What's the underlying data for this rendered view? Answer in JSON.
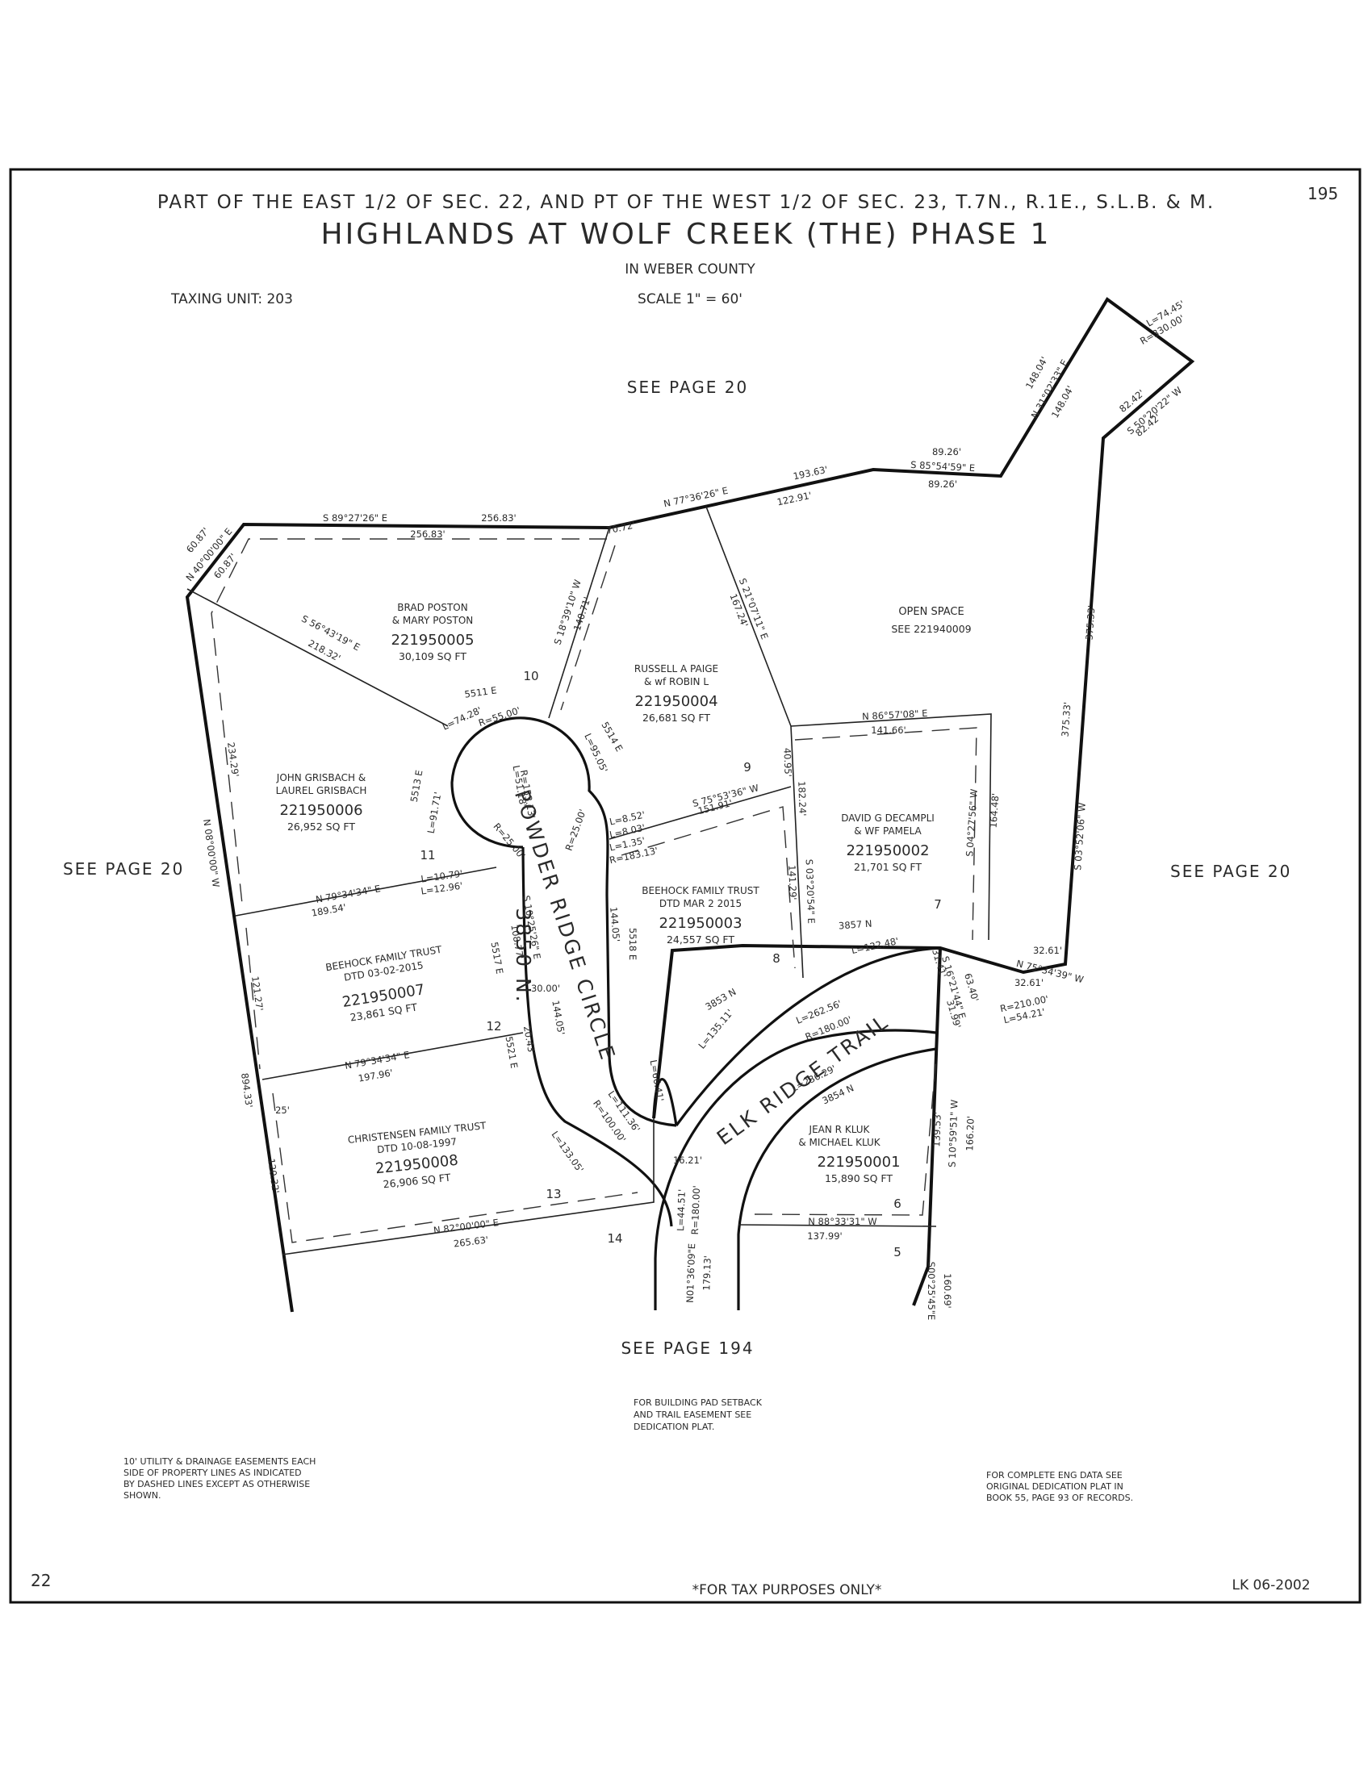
{
  "header": {
    "description": "PART OF THE EAST 1/2 OF SEC. 22, AND PT OF THE WEST 1/2  OF SEC. 23, T.7N., R.1E., S.L.B. & M.",
    "title": "HIGHLANDS AT WOLF CREEK (THE) PHASE 1",
    "county": "IN WEBER COUNTY",
    "scale": "SCALE 1\" = 60'",
    "taxing_unit": "TAXING UNIT: 203",
    "page_number": "195"
  },
  "references": {
    "top": "SEE PAGE 20",
    "left": "SEE PAGE 20",
    "right": "SEE PAGE 20",
    "bottom": "SEE PAGE 194"
  },
  "parcels": [
    {
      "owner_1": "BRAD POSTON",
      "owner_2": "& MARY POSTON",
      "parcel_id": "221950005",
      "area": "30,109 SQ FT",
      "lot": "10"
    },
    {
      "owner_1": "RUSSELL A PAIGE",
      "owner_2": "& wf ROBIN L",
      "parcel_id": "221950004",
      "area": "26,681 SQ FT",
      "lot": "9"
    },
    {
      "owner_1": "JOHN GRISBACH &",
      "owner_2": "LAUREL GRISBACH",
      "parcel_id": "221950006",
      "area": "26,952 SQ FT",
      "lot": "11"
    },
    {
      "owner_1": "DAVID G DECAMPLI",
      "owner_2": "& WF PAMELA",
      "parcel_id": "221950002",
      "area": "21,701 SQ FT",
      "lot": "7"
    },
    {
      "owner_1": "BEEHOCK FAMILY TRUST",
      "owner_2": "DTD MAR 2 2015",
      "parcel_id": "221950003",
      "area": "24,557 SQ FT",
      "lot": "8"
    },
    {
      "owner_1": "BEEHOCK FAMILY TRUST",
      "owner_2": "DTD 03-02-2015",
      "parcel_id": "221950007",
      "area": "23,861 SQ FT",
      "lot": "12"
    },
    {
      "owner_1": "CHRISTENSEN FAMILY TRUST",
      "owner_2": "DTD 10-08-1997",
      "parcel_id": "221950008",
      "area": "26,906 SQ FT",
      "lot": "13"
    },
    {
      "owner_1": "JEAN R KLUK",
      "owner_2": "& MICHAEL KLUK",
      "parcel_id": "221950001",
      "area": "15,890 SQ FT",
      "lot": "6"
    }
  ],
  "open_space": {
    "label": "OPEN SPACE",
    "ref": "SEE 221940009"
  },
  "extra_lots": [
    "14",
    "5"
  ],
  "streets": {
    "powder_ridge": "POWDER RIDGE CIRCLE",
    "powder_ridge_number": "3850 N.",
    "elk_ridge": "ELK RIDGE TRAIL"
  },
  "dimensions": {
    "d1": "S 89°27'26\" E",
    "d2": "256.83'",
    "d3": "256.83'",
    "d4": "N 40°00'00\" E",
    "d5": "60.87'",
    "d6": "60.87'",
    "d7": "N 77°36'26\" E",
    "d8": "193.63'",
    "d9": "122.91'",
    "d10": "70.72'",
    "d11": "S 85°54'59\" E",
    "d12": "89.26'",
    "d13": "89.26'",
    "d14": "148.04'",
    "d15": "N 31°02'33\" E",
    "d16": "148.04'",
    "d17": "L=74.45'",
    "d18": "R=330.00'",
    "d19": "82.42'",
    "d20": "S 50°20'22\" W",
    "d21": "82.42'",
    "d22": "375.33'",
    "d23": "375.33'",
    "d24": "S 03°52'06\" W",
    "d25": "32.61'",
    "d26": "N 75°34'39\" W",
    "d27": "32.61'",
    "d28": "S 18°39'10\" W",
    "d29": "140.71'",
    "d30": "S 21°07'11\" E",
    "d31": "167.24'",
    "d32": "S 56°43'19\" E",
    "d33": "218.32'",
    "d34": "234.29'",
    "d35": "N 08°00'00\" W",
    "d36": "N 86°57'08\" E",
    "d37": "141.66'",
    "d38": "S 04°27'56\" W",
    "d39": "164.48'",
    "d40": "S 75°53'36\" W",
    "d41": "151.91'",
    "d42": "40.95'",
    "d43": "182.24'",
    "d44": "S 03°20'54\" E",
    "d45": "141.29'",
    "d46": "L=74.28'",
    "d47": "R=55.00'",
    "d48": "L=95.05'",
    "d49": "L=91.71'",
    "d50": "L=51.18'",
    "d51": "R=153.13'",
    "d52": "R=25.00'",
    "d53": "L=8.52'",
    "d54": "L=8.03'",
    "d55": "L=1.35'",
    "d56": "R=183.13'",
    "d57": "R=25.00'",
    "d58": "L=10.79'",
    "d59": "L=12.96'",
    "d60": "N 79°34'34\" E",
    "d61": "189.54'",
    "d62": "S 10°25'26\" E",
    "d63": "108.77'",
    "d64": "30.00'",
    "d65": "144.05'",
    "d66": "144.05'",
    "d67": "N 79°34'34\" E",
    "d68": "197.96'",
    "d69": "121.27'",
    "d70": "894.33'",
    "d71": "25'",
    "d72": "120.32'",
    "d73": "20.43'",
    "d74": "L=66.41'",
    "d75": "L=111.36'",
    "d76": "R=100.00'",
    "d77": "L=133.05'",
    "d78": "16.21'",
    "d79": "N 82°00'00\" E",
    "d80": "265.63'",
    "d81": "L=135.11'",
    "d82": "L=122.48'",
    "d83": "31.41'",
    "d84": "S 16°21'44\" E",
    "d85": "63.40'",
    "d86": "31.99'",
    "d87": "R=210.00'",
    "d88": "L=54.21'",
    "d89": "L=262.56'",
    "d90": "R=180.00'",
    "d91": "L=236.29'",
    "d92": "N 88°33'31\" W",
    "d93": "137.99'",
    "d94": "139.53'",
    "d95": "S 10°59'51\" W",
    "d96": "166.20'",
    "d97": "L=44.51'",
    "d98": "R=180.00'",
    "d99": "N01°36'09\"E",
    "d100": "179.13'",
    "d101": "S00°25'45\"E",
    "d102": "160.69'"
  },
  "addresses": {
    "a1": "5511 E",
    "a2": "5514 E",
    "a3": "5513 E",
    "a4": "5518 E",
    "a5": "5517 E",
    "a6": "5521 E",
    "a7": "3857 N",
    "a8": "3853 N",
    "a9": "3854 N"
  },
  "notes": {
    "setback": [
      "FOR BUILDING PAD SETBACK",
      "AND TRAIL EASEMENT SEE",
      "DEDICATION PLAT."
    ],
    "easement": [
      "10' UTILITY & DRAINAGE EASEMENTS EACH",
      "SIDE OF PROPERTY LINES AS INDICATED",
      "BY DASHED LINES EXCEPT AS OTHERWISE",
      "SHOWN."
    ],
    "eng_data": [
      "FOR COMPLETE ENG DATA SEE",
      "ORIGINAL DEDICATION PLAT IN",
      "BOOK 55, PAGE 93 OF RECORDS."
    ]
  },
  "footer": {
    "left_number": "22",
    "tax_note": "*FOR TAX PURPOSES ONLY*",
    "drafter": "LK 06-2002"
  }
}
